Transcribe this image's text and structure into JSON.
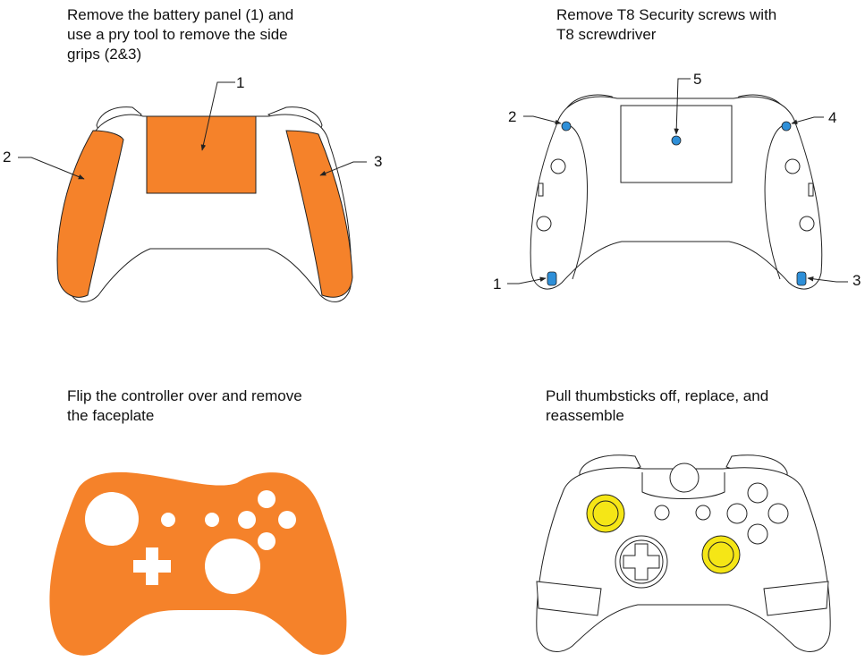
{
  "steps": [
    {
      "caption": "Remove the battery panel (1) and\nuse a pry tool to remove the side\ngrips (2&3)",
      "labels": [
        "1",
        "2",
        "3"
      ]
    },
    {
      "caption": "Remove T8 Security screws with\nT8 screwdriver",
      "labels": [
        "1",
        "2",
        "3",
        "4",
        "5"
      ]
    },
    {
      "caption": "Flip the controller over and remove\nthe faceplate"
    },
    {
      "caption": "Pull thumbsticks off, replace, and\nreassemble"
    }
  ],
  "colors": {
    "highlight_orange": "#F5822A",
    "screw_blue": "#2E8FD8",
    "thumbstick_yellow": "#F5E616",
    "outline": "#222222"
  },
  "icons": [
    "arrow-icon",
    "screw-icon",
    "d-pad-icon",
    "thumbstick-icon"
  ]
}
